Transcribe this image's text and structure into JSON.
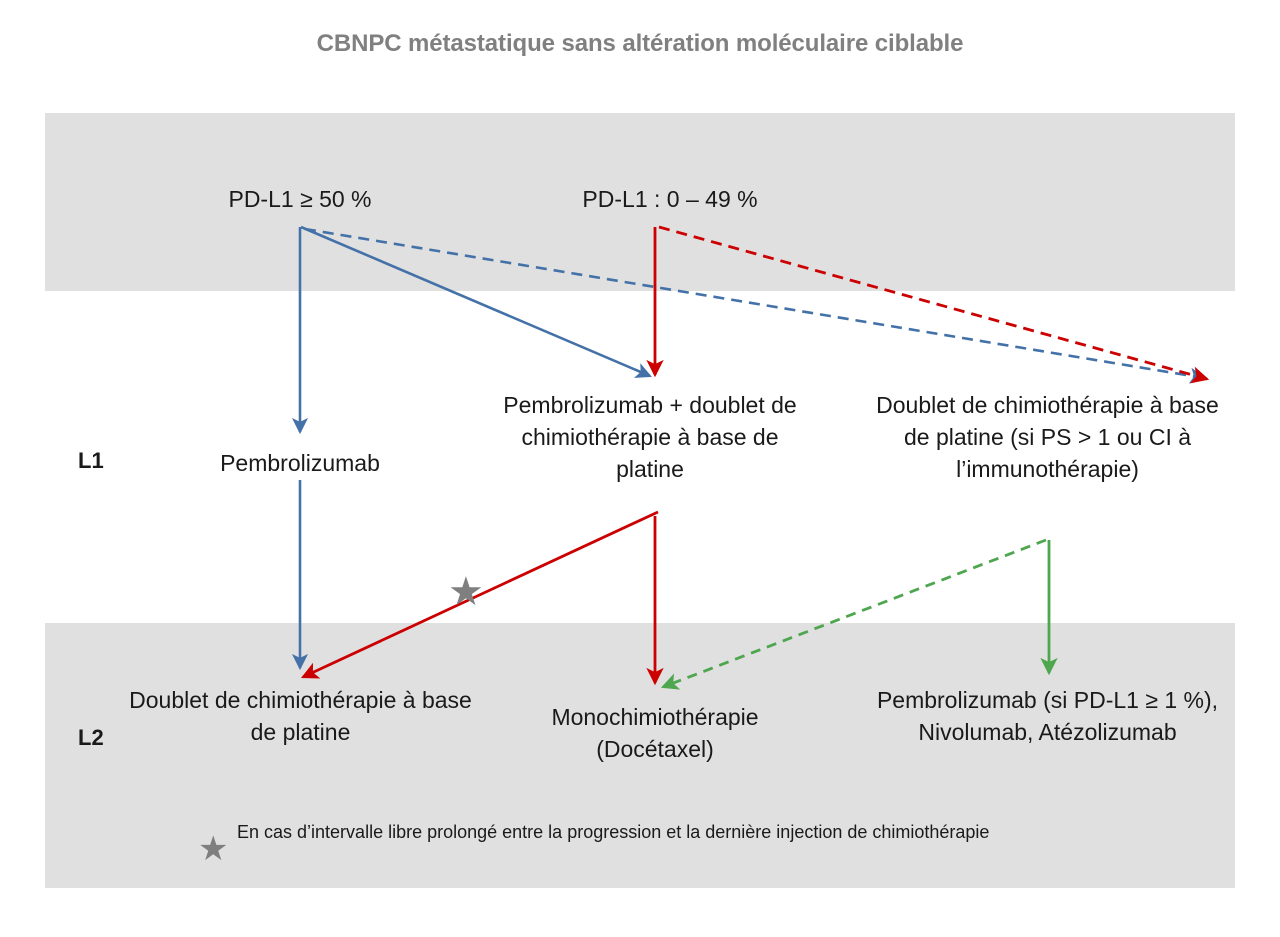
{
  "title": "CBNPC métastatique sans altération moléculaire ciblable",
  "rows": {
    "l1_label": "L1",
    "l2_label": "L2"
  },
  "cohorts": {
    "high": "PD-L1 ≥ 50 %",
    "low": "PD-L1 : 0 – 49 %"
  },
  "nodes": {
    "pembrolizumab": "Pembrolizumab",
    "pembro_plus_chemo": "Pembrolizumab + doublet de chimiothérapie à base de platine",
    "platinum_doublet_l1": "Doublet de chimiothérapie à base de platine (si PS > 1 ou CI à l’immunothérapie)",
    "platinum_doublet_l2": "Doublet de chimiothérapie à base de platine",
    "monochemo": "Monochimiothérapie (Docétaxel)",
    "immunotherapy_l2": "Pembrolizumab (si PD-L1 ≥ 1 %), Nivolumab, Atézolizumab"
  },
  "footnote": {
    "marker": "★",
    "text": "En cas d’intervalle libre prolongé entre la progression et la dernière injection de chimiothérapie"
  },
  "colors": {
    "title": "#808080",
    "band": "#e0e0e0",
    "blue": "#4472a8",
    "red": "#cc0000",
    "green": "#4ea64e",
    "star": "#7f7f7f",
    "text": "#1a1a1a",
    "background": "#ffffff"
  },
  "connectors": [
    {
      "name": "high-to-pembrolizumab",
      "color": "blue",
      "style": "solid"
    },
    {
      "name": "high-to-pembro-chemo",
      "color": "blue",
      "style": "solid"
    },
    {
      "name": "high-to-platinum-l1",
      "color": "blue",
      "style": "dashed"
    },
    {
      "name": "low-to-pembro-chemo",
      "color": "red",
      "style": "solid"
    },
    {
      "name": "low-to-platinum-l1",
      "color": "red",
      "style": "dashed"
    },
    {
      "name": "pembrolizumab-to-platinum-l2",
      "color": "blue",
      "style": "solid"
    },
    {
      "name": "pembro-chemo-to-platinum-l2",
      "color": "red",
      "style": "solid"
    },
    {
      "name": "pembro-chemo-to-monochemo",
      "color": "red",
      "style": "solid"
    },
    {
      "name": "platinum-l1-to-monochemo",
      "color": "green",
      "style": "dashed"
    },
    {
      "name": "platinum-l1-to-immuno-l2",
      "color": "green",
      "style": "solid"
    }
  ]
}
